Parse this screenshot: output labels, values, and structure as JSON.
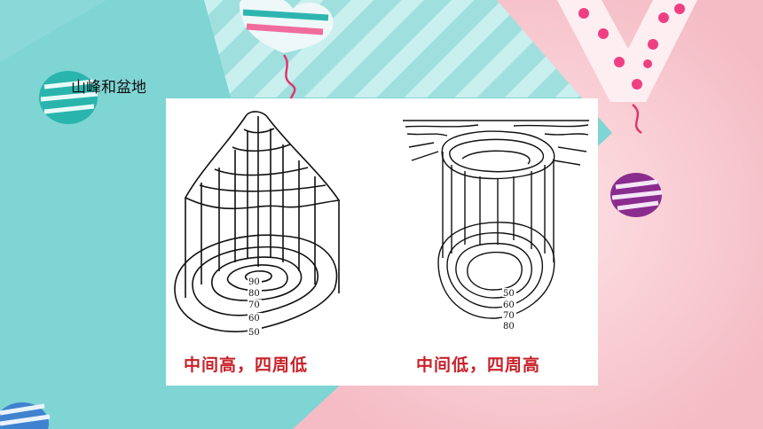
{
  "slide": {
    "title": "山峰和盆地",
    "colors": {
      "teal": "#7fd4d4",
      "pink": "#f8c9cf",
      "caption_red": "#c8222a"
    }
  },
  "figures": {
    "left": {
      "caption": "中间高，四周低",
      "contour_labels": [
        "90",
        "80",
        "70",
        "60",
        "50"
      ]
    },
    "right": {
      "caption": "中间低，四周高",
      "contour_labels": [
        "50",
        "60",
        "70",
        "80"
      ]
    }
  }
}
